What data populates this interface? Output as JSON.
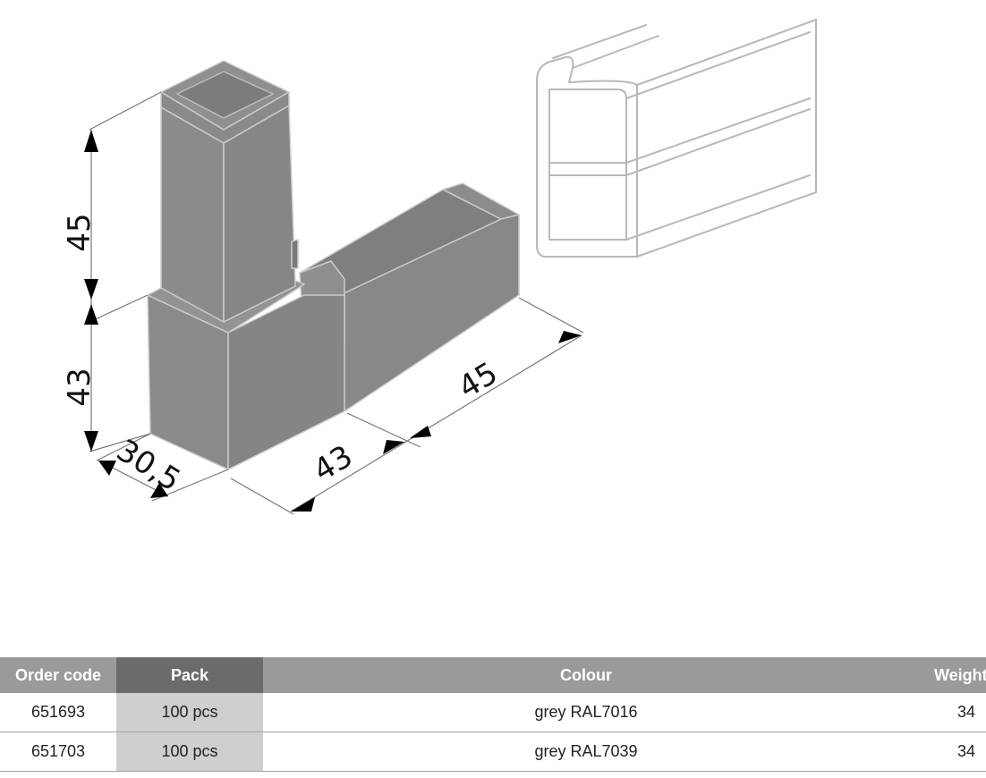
{
  "drawing": {
    "dimensions": {
      "upper_height": "45",
      "lower_height": "43",
      "depth": "30,5",
      "front_length": "43",
      "arm_length": "45"
    }
  },
  "table": {
    "headers": {
      "order_code": "Order code",
      "pack": "Pack",
      "colour": "Colour",
      "weight": "Weight g"
    },
    "rows": [
      {
        "order_code": "651693",
        "pack": "100 pcs",
        "colour": "grey RAL7016",
        "weight": "34"
      },
      {
        "order_code": "651703",
        "pack": "100 pcs",
        "colour": "grey RAL7039",
        "weight": "34"
      }
    ]
  },
  "colors": {
    "part_fill": "#8a8a8a",
    "header_bg": "#9a9a9a",
    "header_pack_bg": "#6b6b6b",
    "pack_cell_bg": "#cfcfcf"
  }
}
